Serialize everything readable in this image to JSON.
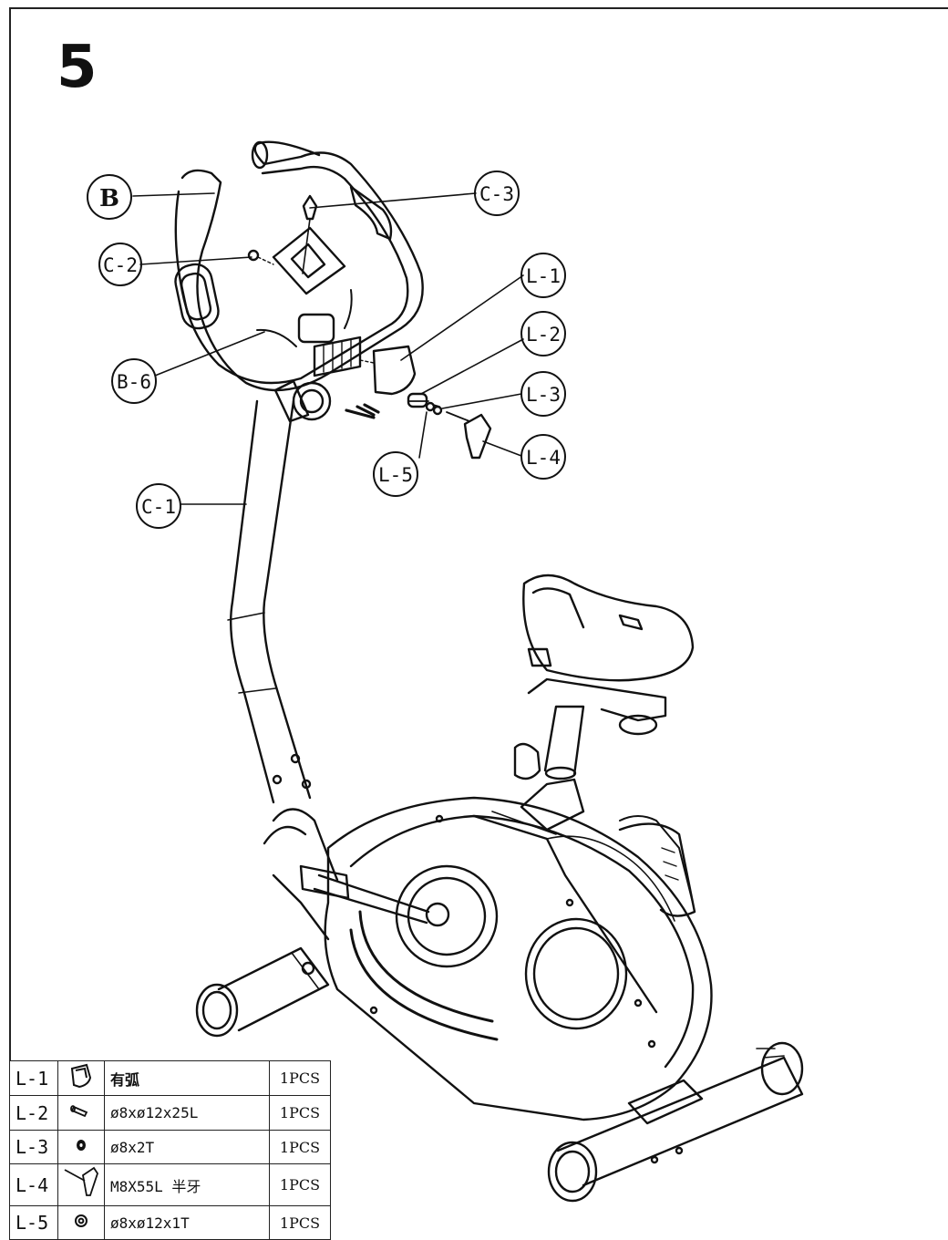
{
  "step_number": "5",
  "callouts": {
    "B": "B",
    "C-3": "C-3",
    "C-2": "C-2",
    "L-1": "L-1",
    "L-2": "L-2",
    "B-6": "B-6",
    "L-3": "L-3",
    "L-4": "L-4",
    "L-5": "L-5",
    "C-1": "C-1"
  },
  "parts_table": [
    {
      "code": "L-1",
      "icon": "clamp-icon",
      "spec": "有弧",
      "qty": "1PCS"
    },
    {
      "code": "L-2",
      "icon": "sleeve-icon",
      "spec": "ø8xø12x25L",
      "qty": "1PCS"
    },
    {
      "code": "L-3",
      "icon": "washer-icon",
      "spec": "ø8x2T",
      "qty": "1PCS"
    },
    {
      "code": "L-4",
      "icon": "t-knob-bolt-icon",
      "spec": "M8X55L 半牙",
      "qty": "1PCS"
    },
    {
      "code": "L-5",
      "icon": "flat-washer-icon",
      "spec": "ø8xø12x1T",
      "qty": "1PCS"
    }
  ]
}
